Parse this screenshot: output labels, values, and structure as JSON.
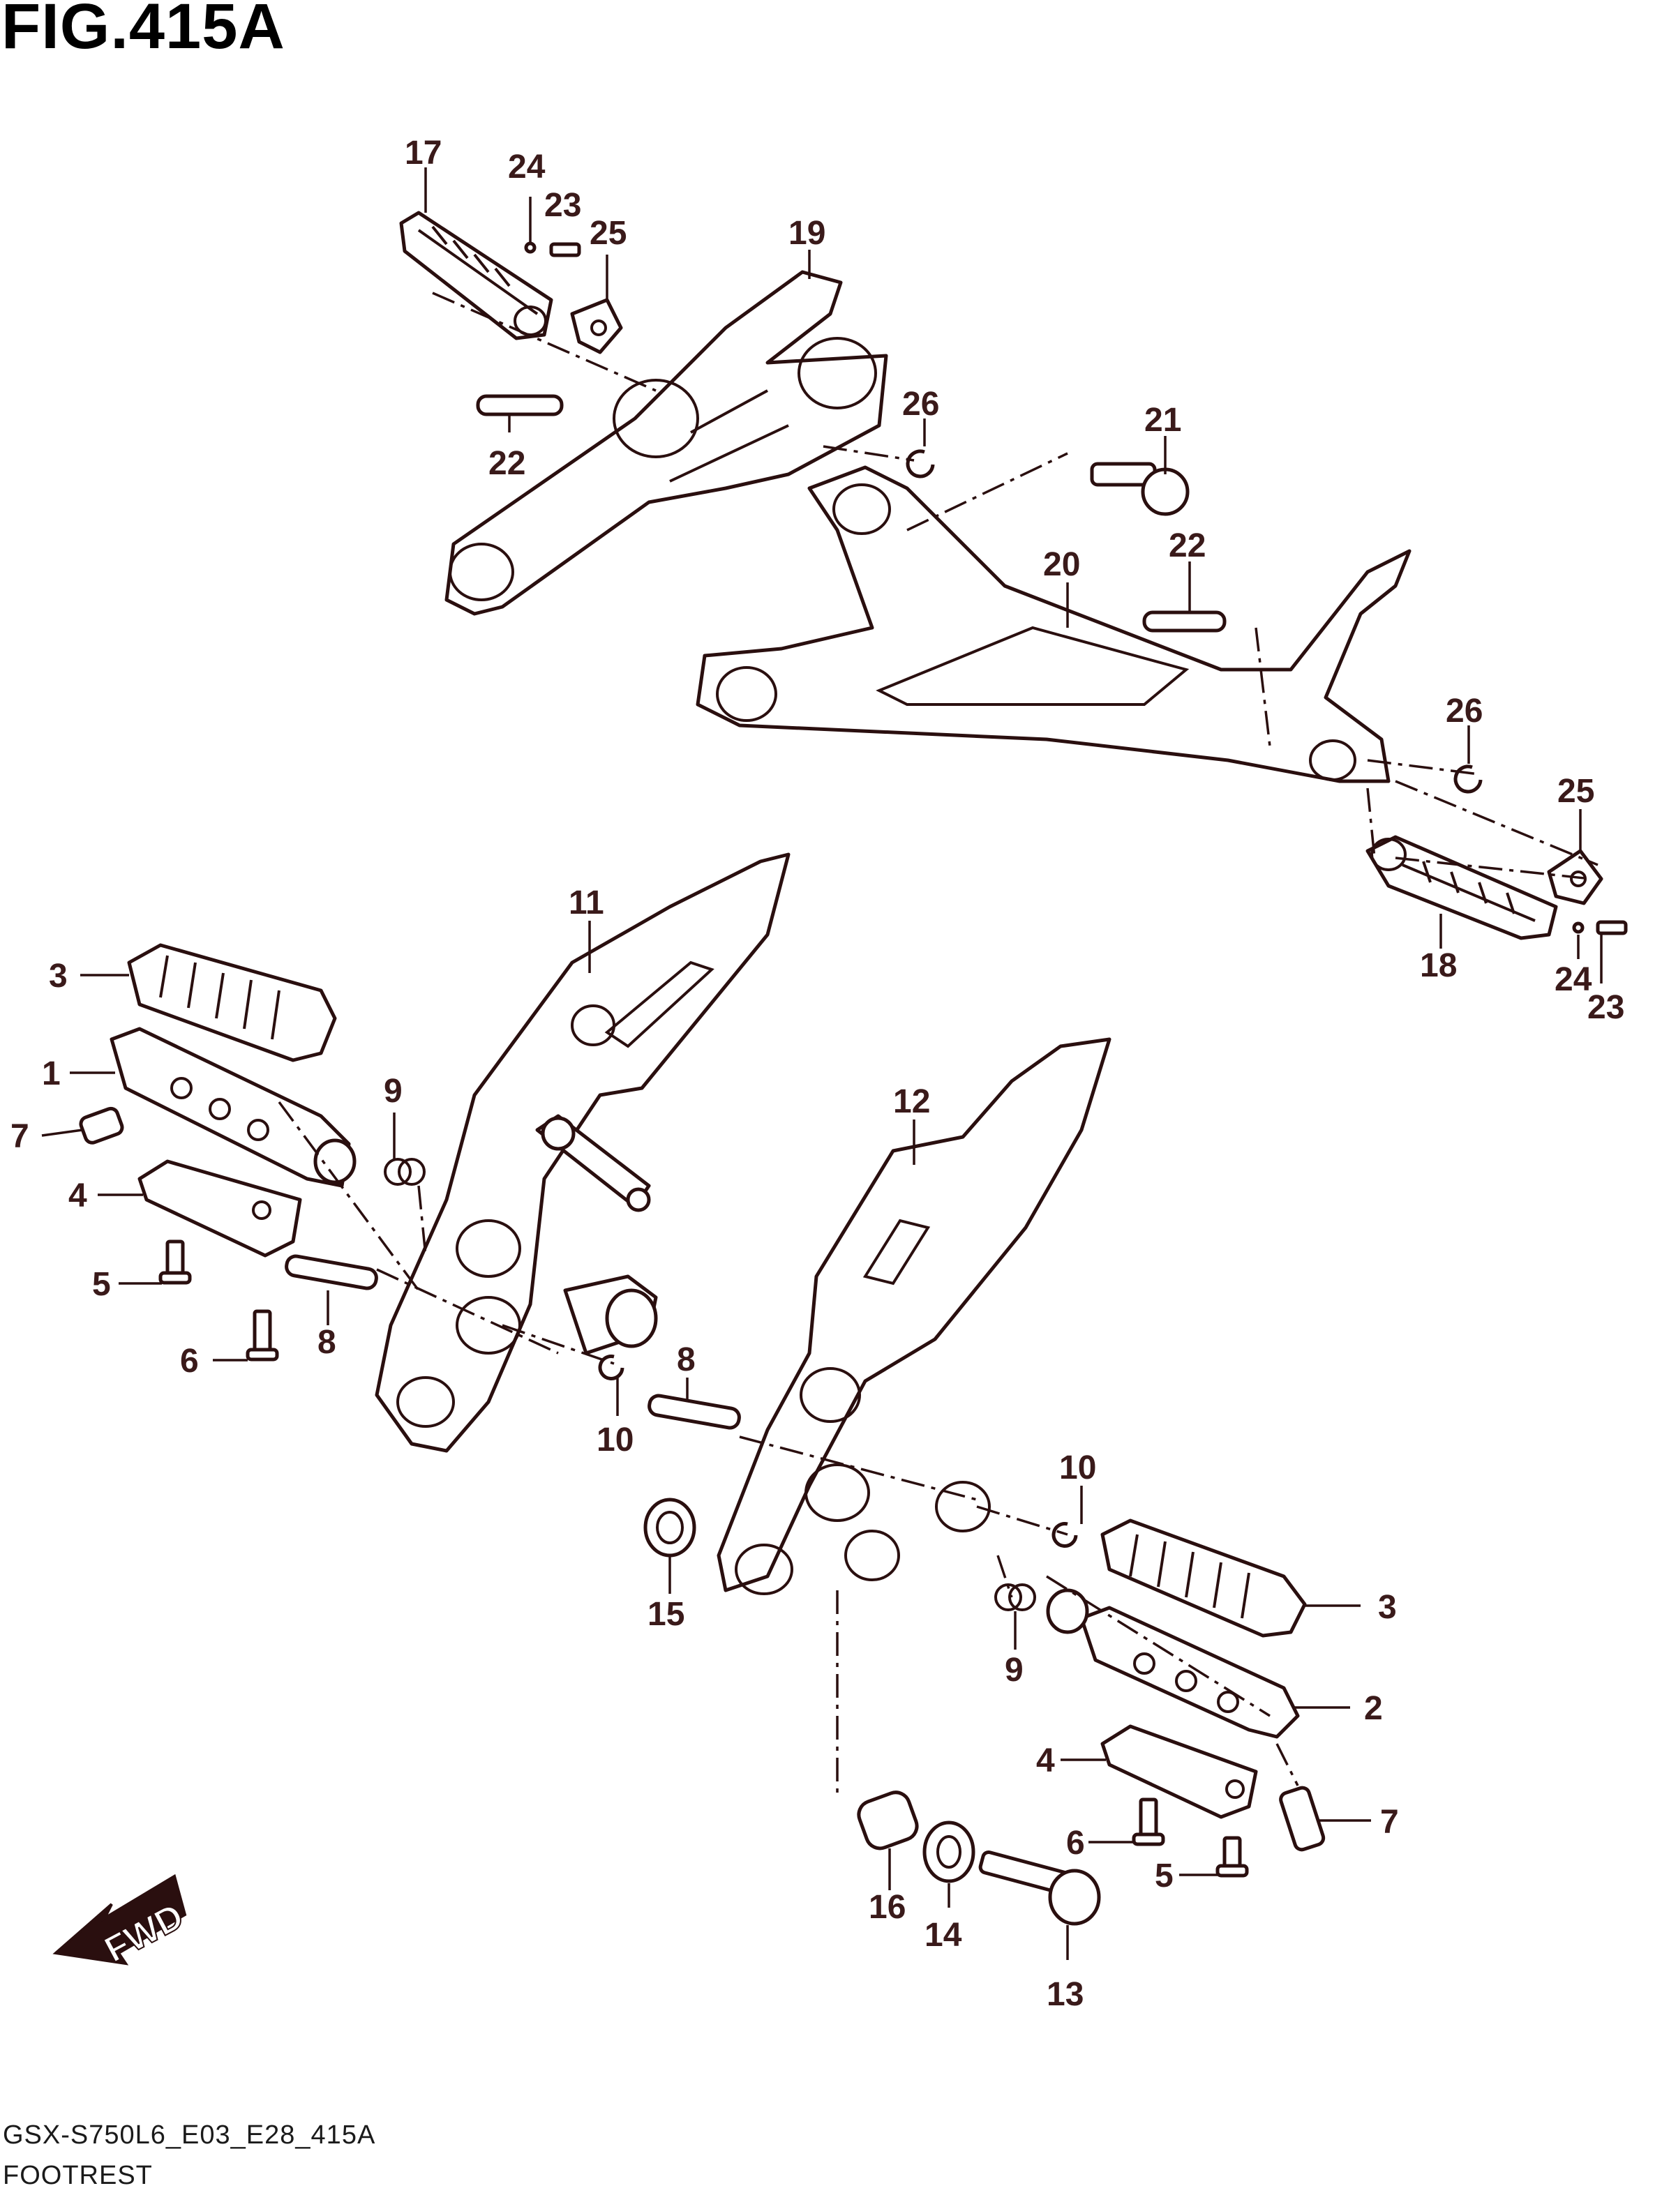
{
  "figure": {
    "title": "FIG.415A"
  },
  "footer": {
    "code": "GSX-S750L6_E03_E28_415A",
    "name": "FOOTREST"
  },
  "fwd_arrow": {
    "label": "FWD"
  },
  "callouts": [
    "17",
    "24",
    "23",
    "25",
    "19",
    "26",
    "21",
    "22",
    "20",
    "22",
    "26",
    "25",
    "18",
    "24",
    "23",
    "11",
    "3",
    "1",
    "7",
    "4",
    "5",
    "6",
    "8",
    "9",
    "10",
    "12",
    "8",
    "10",
    "3",
    "15",
    "9",
    "2",
    "4",
    "7",
    "6",
    "5",
    "16",
    "14",
    "13"
  ],
  "colors": {
    "line": "#2a0f0f",
    "callout_text": "#3a1a1a",
    "background": "#ffffff"
  }
}
